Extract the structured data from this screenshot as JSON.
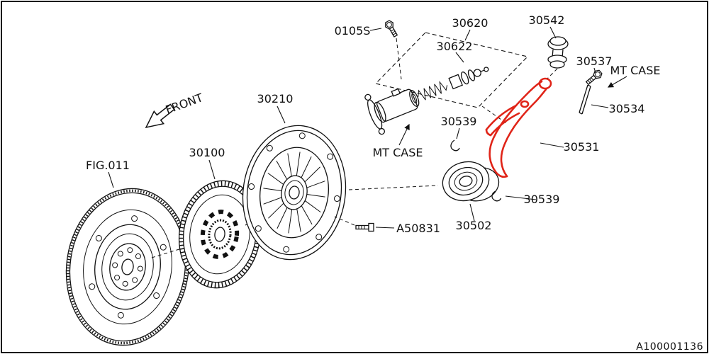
{
  "figure": {
    "front": "FRONT",
    "doc_id": "A100001136",
    "highlight_color": "#e02418",
    "parts": [
      {
        "name": "bolt-0105s",
        "label": "0105S"
      },
      {
        "name": "operating-cylinder",
        "label": "30620"
      },
      {
        "name": "cylinder-repair-kit",
        "label": "30622"
      },
      {
        "name": "release-fork-pivot",
        "label": "30542"
      },
      {
        "name": "pivot-bolt",
        "label": "30537"
      },
      {
        "name": "mt-case-upper",
        "label": "MT CASE"
      },
      {
        "name": "spring-pin",
        "label": "30534"
      },
      {
        "name": "clutch-cover",
        "label": "30210"
      },
      {
        "name": "clip-upper",
        "label": "30539"
      },
      {
        "name": "release-fork",
        "label": "30531"
      },
      {
        "name": "mt-case-lower",
        "label": "MT CASE"
      },
      {
        "name": "clutch-disc",
        "label": "30100"
      },
      {
        "name": "flywheel",
        "label": "FIG.011"
      },
      {
        "name": "clip-lower",
        "label": "30539"
      },
      {
        "name": "release-bearing",
        "label": "30502"
      },
      {
        "name": "cover-bolt",
        "label": "A50831"
      }
    ]
  }
}
